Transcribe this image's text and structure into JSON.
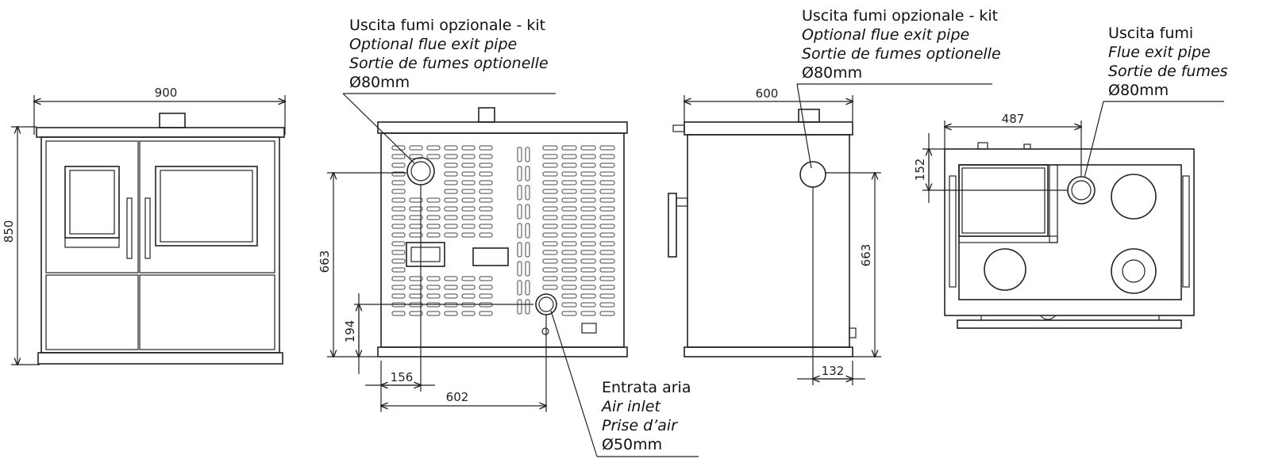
{
  "dimensions": {
    "front_width": "900",
    "front_height": "850",
    "back_height": "663",
    "back_air_inlet_height": "194",
    "back_flue_offset": "156",
    "back_air_inlet_offset": "602",
    "side_depth": "600",
    "side_height": "663",
    "side_offset": "132",
    "top_flue_offset_x": "487",
    "top_flue_offset_y": "152"
  },
  "callouts": {
    "optional_flue_back": {
      "it": "Uscita fumi opzionale - kit",
      "en": "Optional flue exit pipe",
      "fr": "Sortie de fumes optionelle",
      "size": "Ø80mm"
    },
    "optional_flue_side": {
      "it": "Uscita fumi opzionale - kit",
      "en": "Optional flue exit pipe",
      "fr": "Sortie de fumes optionelle",
      "size": "Ø80mm"
    },
    "flue_top": {
      "it": "Uscita fumi",
      "en": "Flue exit pipe",
      "fr": "Sortie de fumes",
      "size": "Ø80mm"
    },
    "air_inlet": {
      "it": "Entrata aria",
      "en": "Air inlet",
      "fr": "Prise d’air",
      "size": "Ø50mm"
    }
  }
}
